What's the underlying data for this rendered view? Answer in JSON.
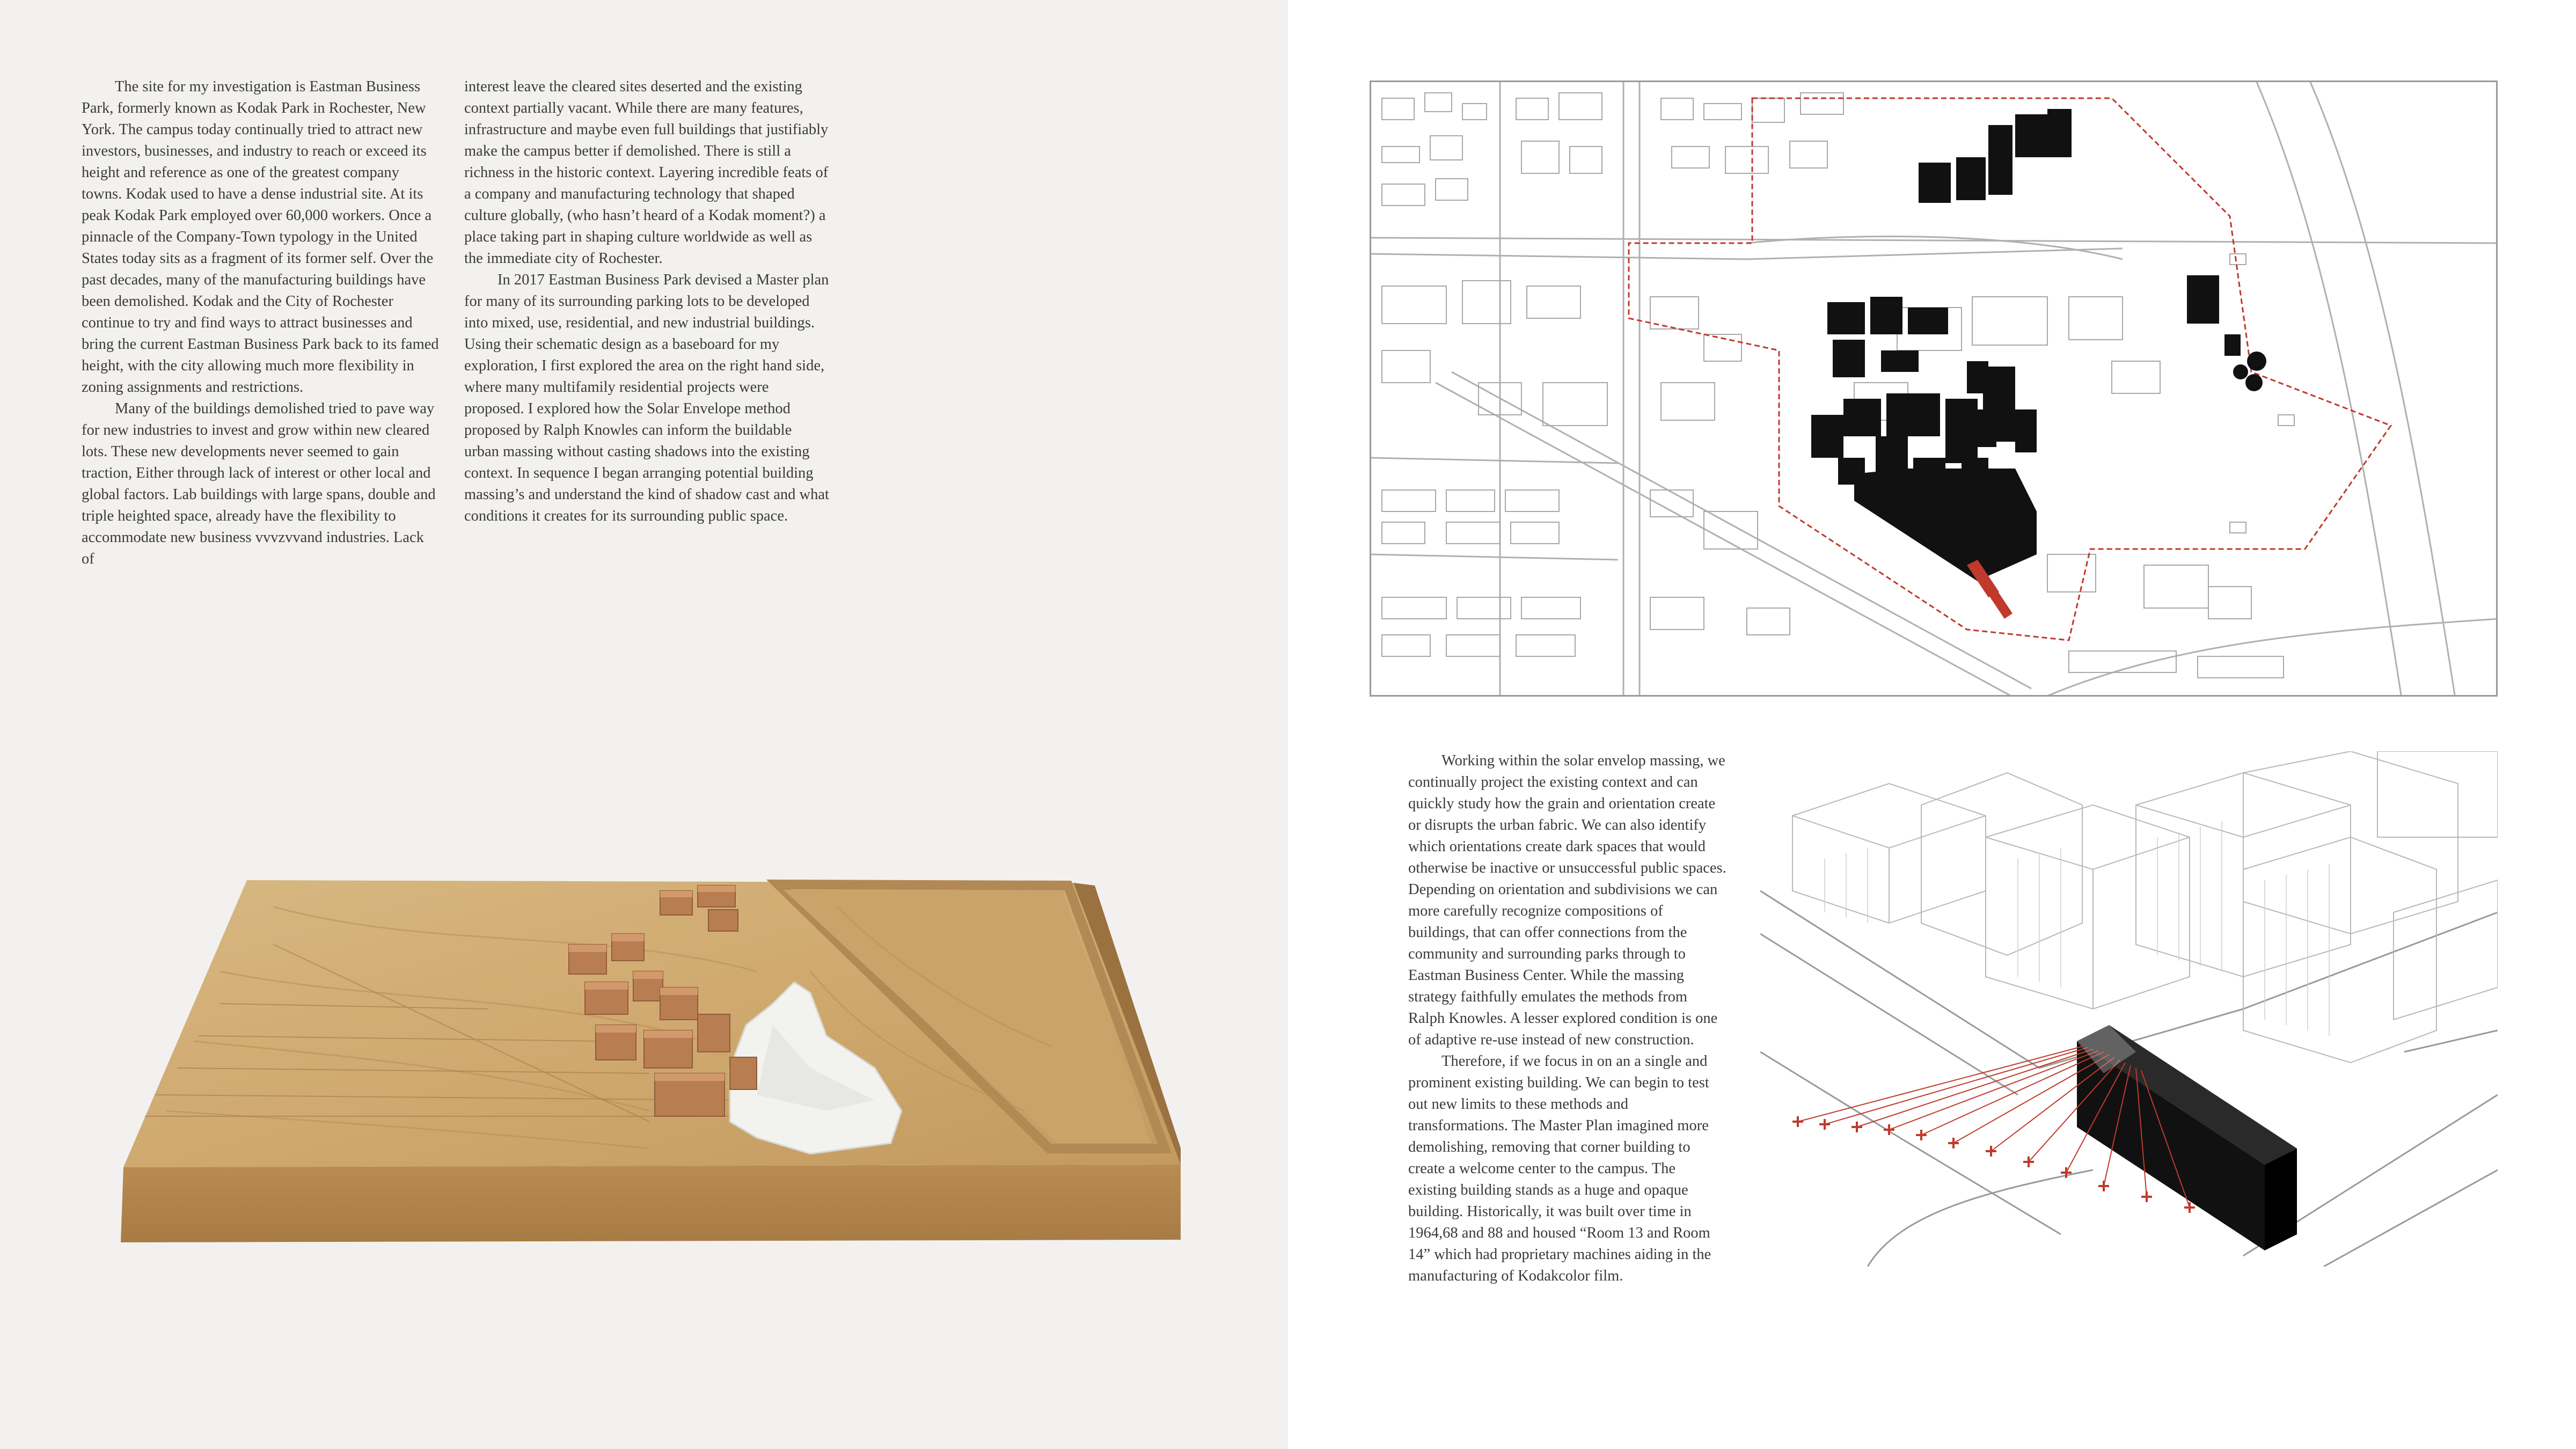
{
  "left_page": {
    "column1": {
      "paragraphs": [
        "The site for my investigation is Eastman Business Park, formerly known as Kodak Park in Rochester, New York. The campus today continually tried to attract new investors, businesses, and industry to reach or exceed its height and reference as one of the greatest company towns. Kodak used to have a dense industrial site. At its peak Kodak Park employed over 60,000 workers. Once a pinnacle of the Company-Town typology in the United States today sits as a fragment of its former self. Over the past decades, many of the manufacturing buildings have been demolished. Kodak and the City of Rochester continue to try and find ways to attract businesses and bring the current Eastman Business Park back to its famed height, with the city allowing much more flexibility in zoning assignments and restrictions.",
        "Many of the buildings demolished tried to pave way for new industries to invest and grow within new cleared lots. These new developments never seemed to gain traction, Either through lack of interest or other local and global factors. Lab buildings with large spans, double and triple heighted space, already have the flexibility to accommodate new business vvvzvvand industries. Lack of"
      ]
    },
    "column2": {
      "paragraphs": [
        "interest leave the cleared sites deserted and the existing context partially vacant. While there are many features, infrastructure and maybe even full buildings that justifiably make the campus better if demolished. There is still a richness in the historic context. Layering incredible feats of a company and manufacturing technology that shaped culture globally, (who hasn’t heard of a Kodak moment?) a place taking part in shaping culture worldwide as well as the immediate city of Rochester.",
        "In 2017 Eastman Business Park devised a Master plan for many of its surrounding parking lots to be developed into mixed, use, residential, and new industrial buildings. Using their schematic design as a baseboard for my exploration, I first explored the area on the right hand side, where many multifamily residential projects were proposed. I explored how the Solar Envelope method proposed by Ralph Knowles can inform the buildable urban massing without casting shadows into the existing context. In sequence I began arranging potential building massing’s and understand the kind of shadow cast and what conditions it creates for its surrounding public space."
      ]
    }
  },
  "right_page": {
    "column3": {
      "paragraphs": [
        "Working within the solar envelop massing, we continually project the existing context and can quickly study how the grain and orientation create or disrupts the urban fabric. We can also identify which orientations create dark spaces that would otherwise be inactive or unsuccessful public spaces. Depending on orientation and subdivisions we can more carefully recognize compositions of buildings, that can offer connections from the community and surrounding parks through to Eastman Business Center. While the massing strategy faithfully emulates the methods from Ralph Knowles. A lesser explored condition is one of adaptive re-use instead of new construction.",
        "Therefore, if we focus in on an a single and prominent existing building. We can begin to test out new limits to these methods and transformations. The Master Plan imagined more demolishing, removing that corner building to create a welcome center to the campus. The existing building stands as a huge and opaque building. Historically, it was built over time in 1964,68 and 88 and housed “Room 13 and Room 14” which had proprietary machines aiding in the manufacturing of Kodakcolor film."
      ]
    }
  },
  "colors": {
    "left_page_bg": "#f2f1ef",
    "right_page_bg": "#ffffff",
    "body_text": "#3a3a3a",
    "site_boundary": "#c0392b",
    "model_wood": "#c9a46a",
    "mass_black": "#111111"
  }
}
